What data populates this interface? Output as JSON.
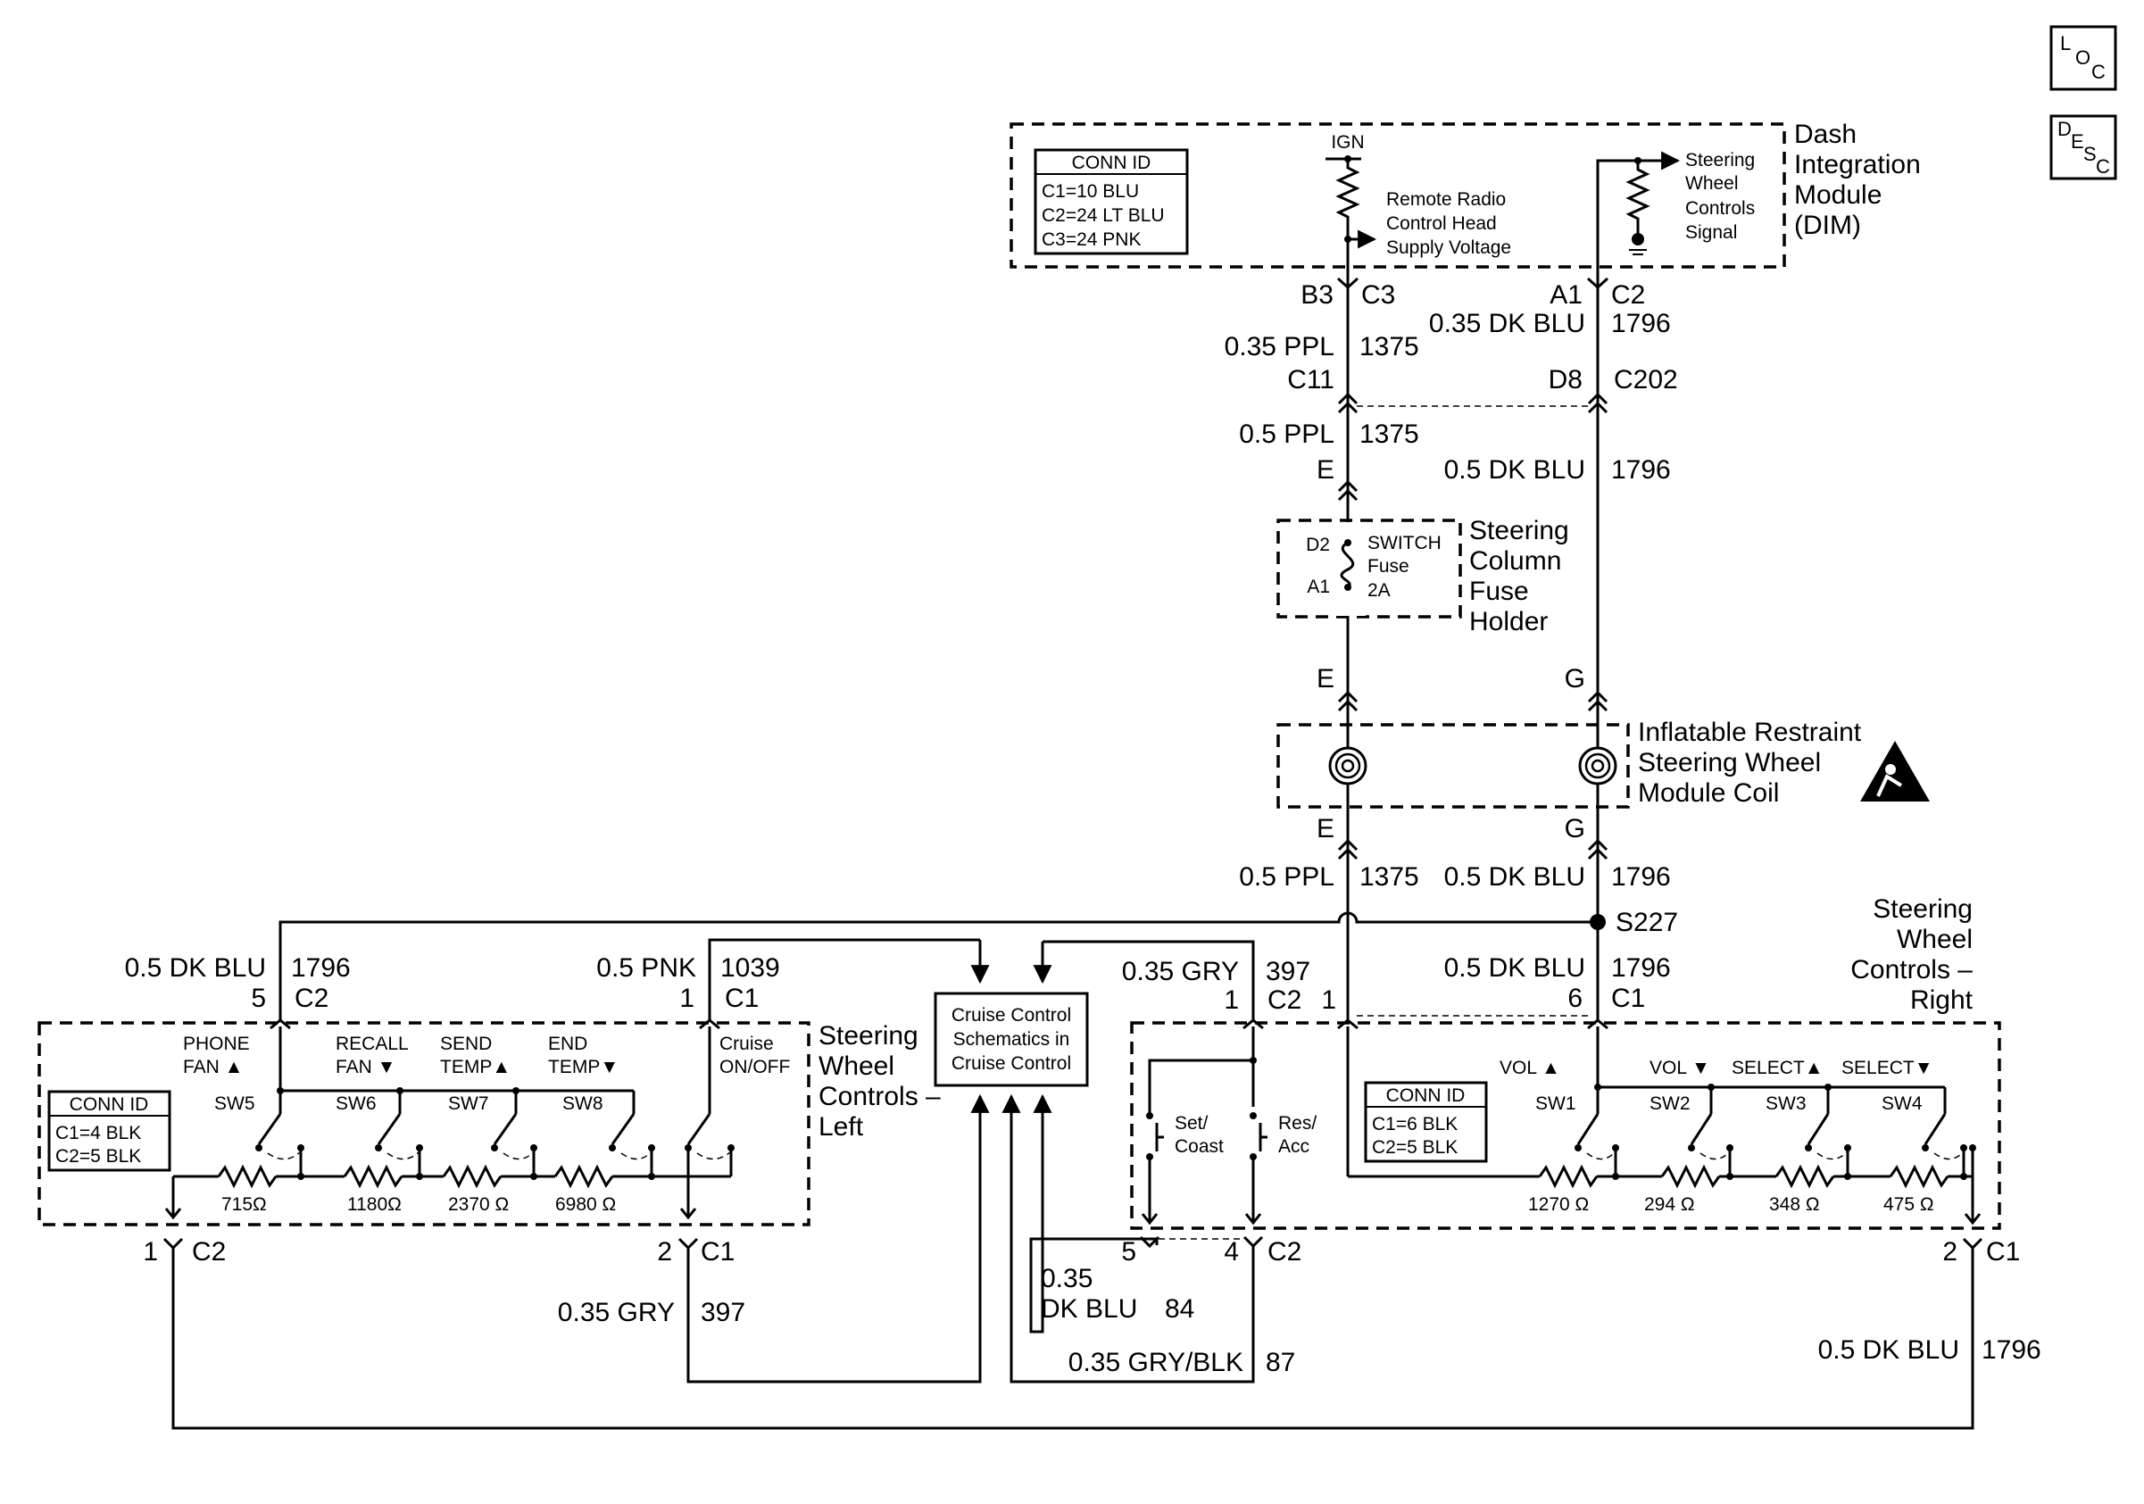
{
  "icons": {
    "loc": "loc-icon",
    "desc": "desc-icon",
    "warning": "airbag-warning-icon"
  },
  "corner": {
    "loc": {
      "a": "L",
      "b": "O",
      "c": "C"
    },
    "desc": {
      "a": "D",
      "b": "E",
      "c": "S",
      "d": "C"
    }
  },
  "dim": {
    "title": [
      "Dash",
      "Integration",
      "Module",
      "(DIM)"
    ],
    "conn_id": {
      "header": "CONN ID",
      "rows": [
        "C1=10 BLU",
        "C2=24 LT BLU",
        "C3=24 PNK"
      ]
    },
    "ign": "IGN",
    "remote": [
      "Remote Radio",
      "Control Head",
      "Supply Voltage"
    ],
    "signal": [
      "Steering",
      "Wheel",
      "Controls",
      "Signal"
    ],
    "pin_b3": "B3",
    "conn_c3": "C3",
    "pin_a1": "A1",
    "conn_c2": "C2"
  },
  "wires_top": {
    "left_gauge1": "0.35 PPL",
    "left_circuit1": "1375",
    "right_gauge1": "0.35 DK BLU",
    "right_circuit1": "1796",
    "c11": "C11",
    "d8": "D8",
    "c202": "C202",
    "left_gauge2": "0.5 PPL",
    "left_circuit2": "1375",
    "e1": "E",
    "right_gauge2": "0.5 DK BLU",
    "right_circuit2": "1796"
  },
  "fuse_holder": {
    "title": [
      "Steering",
      "Column",
      "Fuse",
      "Holder"
    ],
    "d2": "D2",
    "a1": "A1",
    "fuse": [
      "SWITCH",
      "Fuse",
      "2A"
    ]
  },
  "coil": {
    "title": [
      "Inflatable Restraint",
      "Steering Wheel",
      "Module Coil"
    ],
    "e_top": "E",
    "g_top": "G",
    "e_bot": "E",
    "g_bot": "G"
  },
  "wires_mid": {
    "left_gauge": "0.5 PPL",
    "left_circuit": "1375",
    "right_gauge": "0.5 DK BLU",
    "right_circuit": "1796",
    "splice": "S227"
  },
  "swc_left": {
    "title": [
      "Steering",
      "Wheel",
      "Controls –",
      "Left"
    ],
    "wire_a_gauge": "0.5 DK BLU",
    "wire_a_circuit": "1796",
    "wire_a_pin": "5",
    "wire_a_conn": "C2",
    "wire_b_gauge": "0.5 PNK",
    "wire_b_circuit": "1039",
    "wire_b_pin": "1",
    "wire_b_conn": "C1",
    "conn_id": {
      "header": "CONN ID",
      "rows": [
        "C1=4 BLK",
        "C2=5 BLK"
      ]
    },
    "switches": [
      {
        "top": "PHONE",
        "bottom": "FAN ▲",
        "id": "SW5"
      },
      {
        "top": "RECALL",
        "bottom": "FAN ▼",
        "id": "SW6"
      },
      {
        "top": "SEND",
        "bottom": "TEMP▲",
        "id": "SW7"
      },
      {
        "top": "END",
        "bottom": "TEMP▼",
        "id": "SW8"
      }
    ],
    "cruise": [
      "Cruise",
      "ON/OFF"
    ],
    "resistors": [
      "715Ω",
      "1180Ω",
      "2370 Ω",
      "6980 Ω"
    ],
    "bot_pin1": "1",
    "bot_conn1": "C2",
    "bot_pin2": "2",
    "bot_conn2": "C1",
    "gry_gauge": "0.35 GRY",
    "gry_circuit": "397"
  },
  "cruise_box": [
    "Cruise Control",
    "Schematics in",
    "Cruise Control"
  ],
  "swc_right": {
    "title": [
      "Steering",
      "Wheel",
      "Controls –",
      "Right"
    ],
    "gry_gauge": "0.35 GRY",
    "gry_circuit": "397",
    "gry_pin": "1",
    "gry_conn": "C2",
    "ppl_pin": "1",
    "blu_gauge": "0.5 DK BLU",
    "blu_circuit": "1796",
    "blu_pin": "6",
    "blu_conn": "C1",
    "setcoast": [
      "Set/",
      "Coast"
    ],
    "resacc": [
      "Res/",
      "Acc"
    ],
    "conn_id": {
      "header": "CONN ID",
      "rows": [
        "C1=6 BLK",
        "C2=5 BLK"
      ]
    },
    "switches": [
      {
        "top": "VOL ▲",
        "id": "SW1"
      },
      {
        "top": "VOL ▼",
        "id": "SW2"
      },
      {
        "top": "SELECT▲",
        "id": "SW3"
      },
      {
        "top": "SELECT▼",
        "id": "SW4"
      }
    ],
    "resistors": [
      "1270 Ω",
      "294 Ω",
      "348 Ω",
      "475 Ω"
    ],
    "bot_pin5": "5",
    "bot_pin4": "4",
    "bot_conn": "C2",
    "dk_gauge": [
      "0.35",
      "DK BLU"
    ],
    "dk_circuit": "84",
    "grblk_gauge": "0.35 GRY/BLK",
    "grblk_circuit": "87",
    "c1_pin": "2",
    "c1_conn": "C1",
    "bot_blu_gauge": "0.5 DK BLU",
    "bot_blu_circuit": "1796"
  }
}
